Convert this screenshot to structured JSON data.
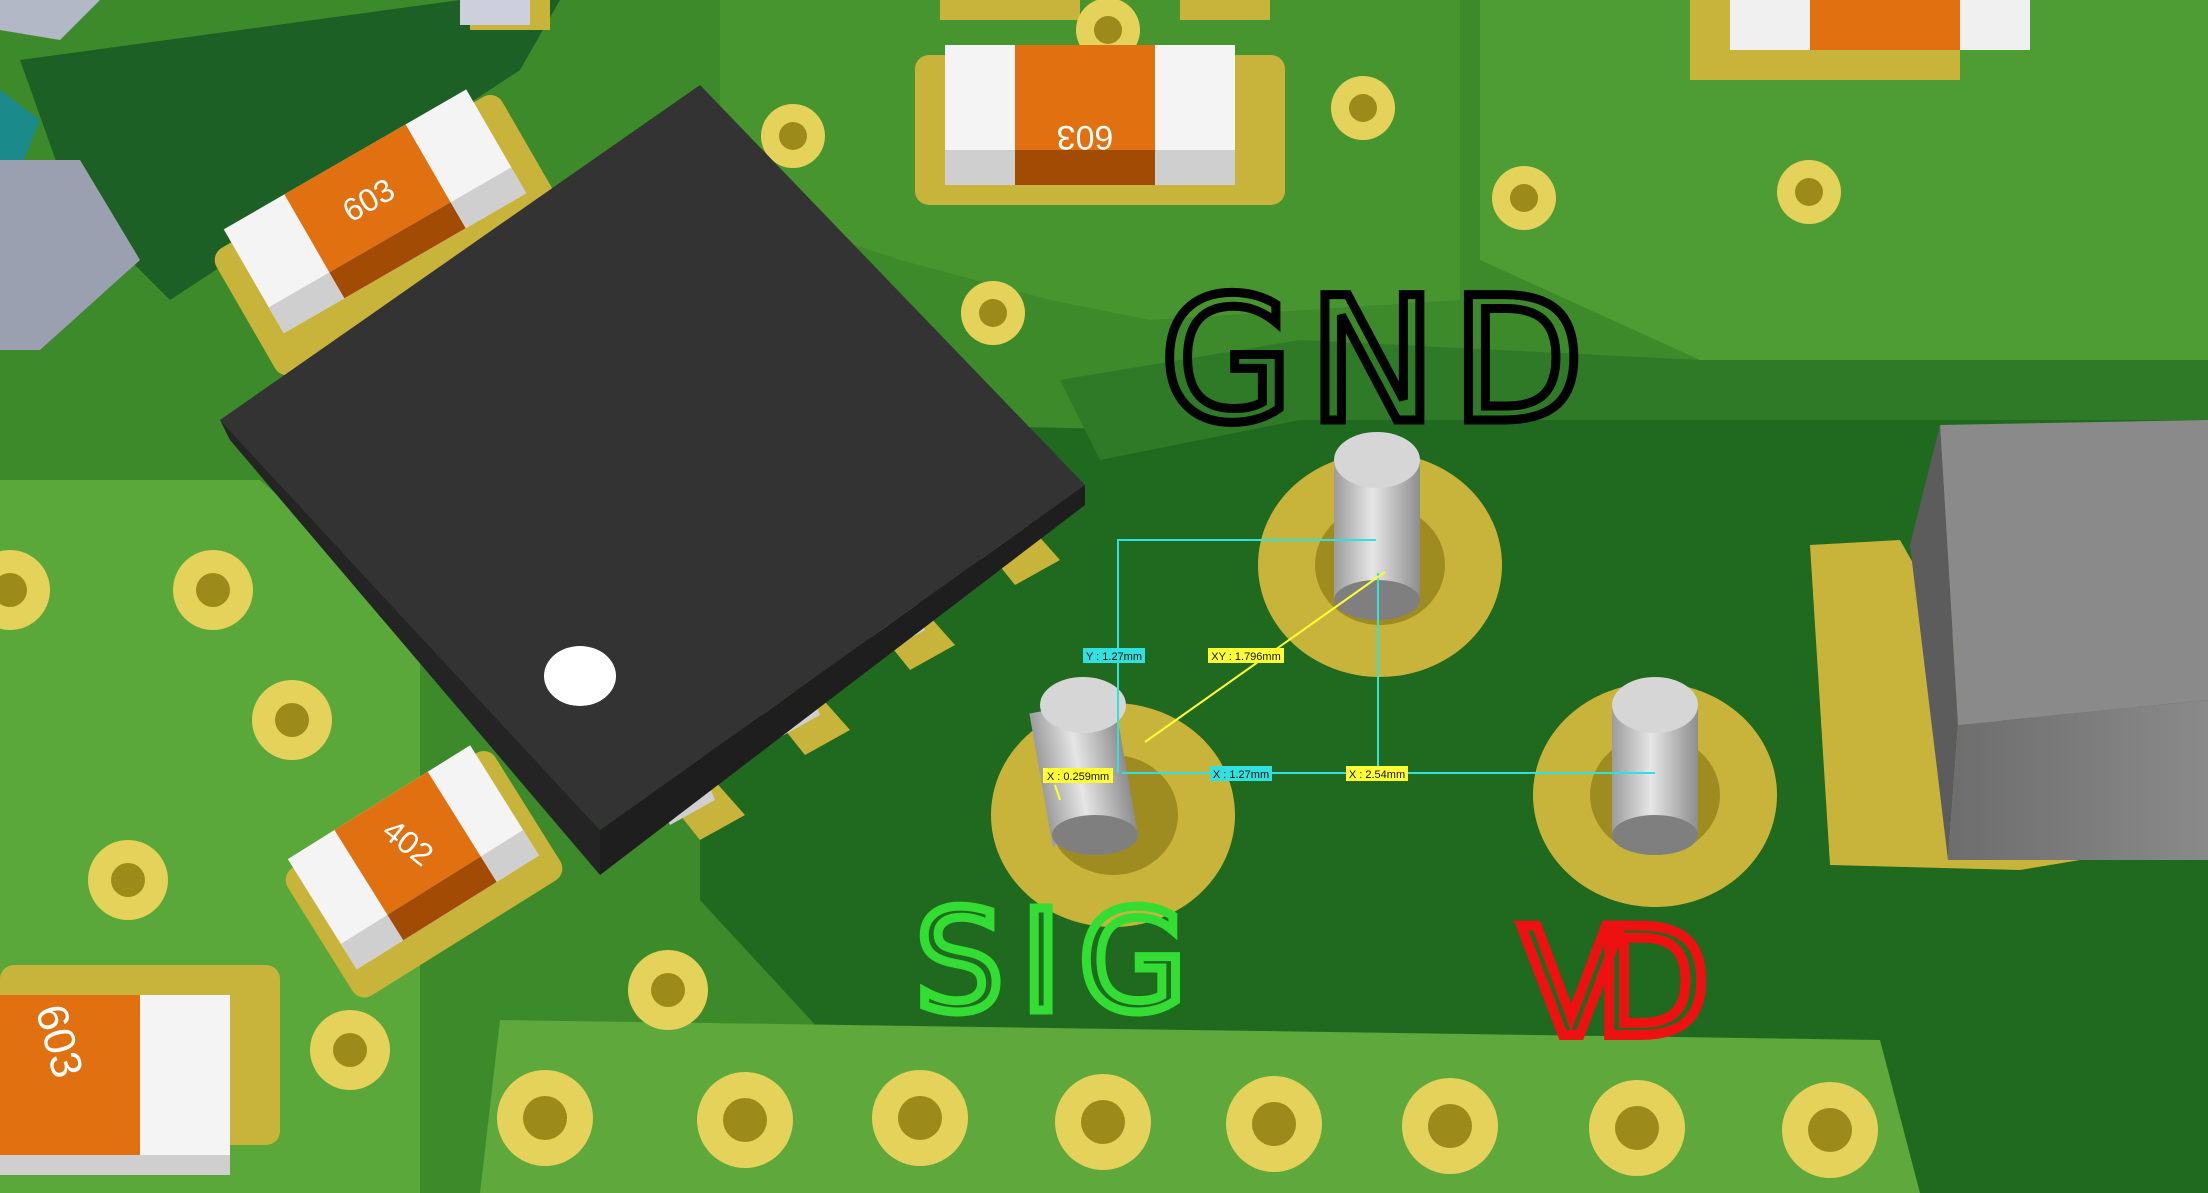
{
  "scene": {
    "description_free": true,
    "colors": {
      "board_green": "#3f8f2c",
      "board_dark": "#1f6a1c",
      "copper_gold": "#c8b437",
      "copper_light": "#e0cf55",
      "chip_black": "#2b2b2b",
      "component_orange": "#e07010",
      "component_white": "#f2f2f2",
      "pin_grey": "#c9c9c9",
      "measure_cyan": "#33e0e0",
      "measure_yellow": "#ffff33",
      "label_gnd": "#000000",
      "label_sig": "#33dd33",
      "label_vd": "#ee1111"
    }
  },
  "components": {
    "r_top_left": "603",
    "r_top_center": "603",
    "r_bottom_mid": "402",
    "r_bottom_left": "603"
  },
  "measurements": {
    "y": "Y : 1.27mm",
    "xy": "XY : 1.796mm",
    "x1": "X : 0.259mm",
    "x2": "X : 1.27mm",
    "x3": "X : 2.54mm"
  },
  "labels": {
    "gnd": "GND",
    "sig": "SIG",
    "vd": "VD"
  }
}
